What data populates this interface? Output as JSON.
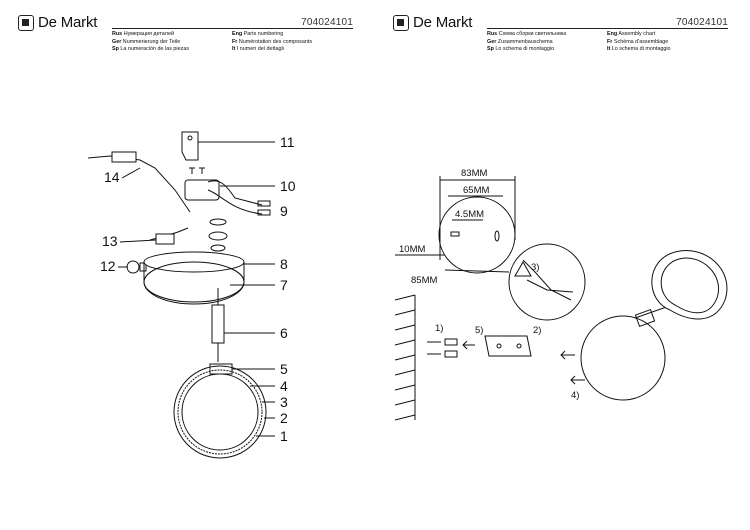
{
  "pages": [
    {
      "brand": "De Markt",
      "code": "704024101",
      "captions": [
        {
          "lang": "Rus",
          "text": "Нумерация деталей"
        },
        {
          "lang": "Eng",
          "text": "Parts numbering"
        },
        {
          "lang": "Ger",
          "text": "Nummerierung der Teile"
        },
        {
          "lang": "Fr",
          "text": "Numérotation des composants"
        },
        {
          "lang": "Sp",
          "text": "La numeración de las piezas"
        },
        {
          "lang": "It",
          "text": "I numeri dei dettagli"
        }
      ],
      "part_numbers": [
        "11",
        "10",
        "14",
        "9",
        "13",
        "12",
        "8",
        "7",
        "6",
        "5",
        "4",
        "3",
        "2",
        "1"
      ]
    },
    {
      "brand": "De Markt",
      "code": "704024101",
      "captions": [
        {
          "lang": "Rus",
          "text": "Схема сборки светильника"
        },
        {
          "lang": "Eng",
          "text": "Assembly chart"
        },
        {
          "lang": "Ger",
          "text": "Zusammenbauschema"
        },
        {
          "lang": "Fr",
          "text": "Schéma d'assemblage"
        },
        {
          "lang": "Sp",
          "text": "Lo schema di montaggio"
        },
        {
          "lang": "It",
          "text": "Lo schema di montaggio"
        }
      ],
      "dimensions": [
        "83MM",
        "65MM",
        "4.5MM",
        "10MM",
        "85MM"
      ],
      "steps": [
        "1)",
        "2)",
        "3)",
        "4)",
        "5)"
      ]
    }
  ],
  "icons": [
    "logo-mark-icon",
    "warning-triangle-icon",
    "wall-hatch-icon",
    "screw-icon"
  ],
  "colors": {
    "ink": "#111111",
    "paper": "#ffffff"
  }
}
